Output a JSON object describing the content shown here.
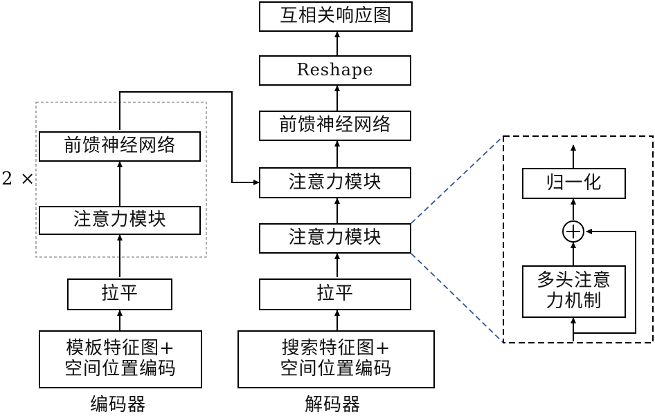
{
  "encoder": {
    "label": "编码器",
    "repeat_label": "2 ×",
    "input_line1": "模板特征图+",
    "input_line2": "空间位置编码",
    "flatten": "拉平",
    "attention": "注意力模块",
    "feedforward": "前馈神经网络"
  },
  "decoder": {
    "label": "解码器",
    "input_line1": "搜索特征图+",
    "input_line2": "空间位置编码",
    "flatten": "拉平",
    "attention1": "注意力模块",
    "attention2": "注意力模块",
    "feedforward": "前馈神经网络",
    "reshape": "Reshape",
    "output": "互相关响应图"
  },
  "detail": {
    "mha_line1": "多头注意",
    "mha_line2": "力机制",
    "add_symbol": "+",
    "norm": "归一化"
  },
  "colors": {
    "dashed_encoder": "#999999",
    "zoom_lines": "#2f5597",
    "lines": "#000000"
  }
}
